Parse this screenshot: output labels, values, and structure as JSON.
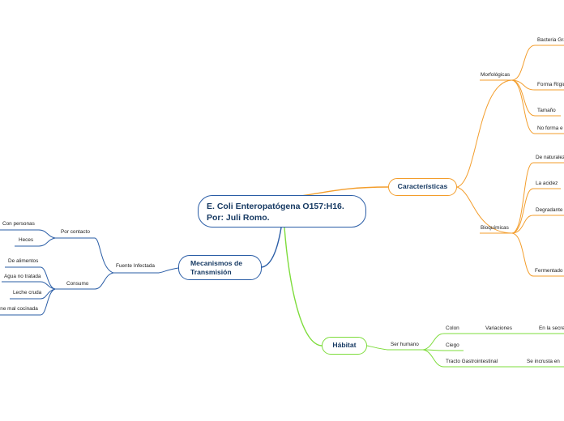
{
  "root": {
    "line1": "E. Coli Enteropatógena O157:H16.",
    "line2": "Por: Juli Romo."
  },
  "mecanismos": {
    "line1": "Mecanismos de",
    "line2": "Transmisión",
    "fuente": "Fuente Infectada",
    "contacto": "Por contacto",
    "contacto_items": [
      "Con personas",
      "Heces"
    ],
    "consumo": "Consumo",
    "consumo_items": [
      "De alimentos",
      "Agua no tratada",
      "Leche cruda",
      "Carne mal cocinada"
    ]
  },
  "caracteristicas": {
    "label": "Características",
    "morfologicas": "Morfológicas",
    "morfologicas_items": [
      "Bacteria Gra",
      "Forma Rígid",
      "Tamaño",
      "No forma e"
    ],
    "bioquimicas": "Bioquímicas",
    "bioquimicas_items": [
      "De naturalez",
      "La acidez",
      "Degradante",
      "Fermentado"
    ]
  },
  "habitat": {
    "label": "Hábitat",
    "ser_humano": "Ser humano",
    "colon": "Colon",
    "variaciones": "Variaciones",
    "en_la_secre": "En la secre",
    "ciego": "Ciego",
    "tracto": "Tracto Gastrointestinal",
    "se_incrusta": "Se incrusta en"
  },
  "colors": {
    "blue": "#2a5da6",
    "orange": "#f39d2b",
    "green": "#7ddc3b"
  }
}
